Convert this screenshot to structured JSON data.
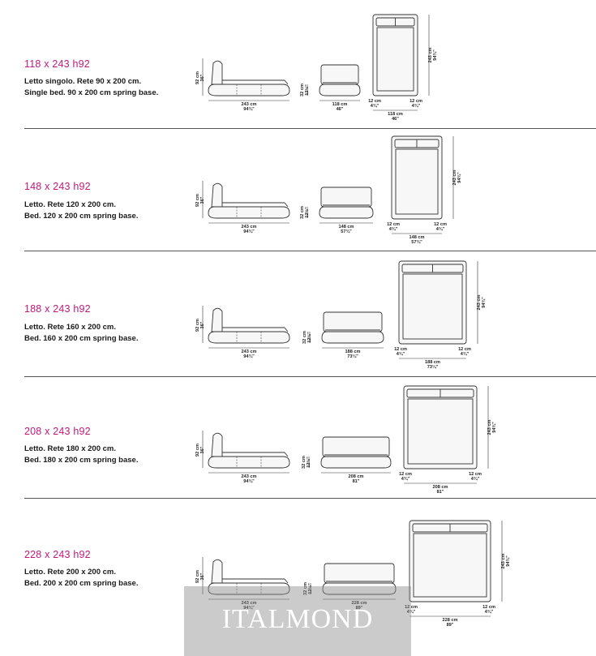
{
  "brand": {
    "watermark": "ITALMOND"
  },
  "colors": {
    "title": "#c2187a",
    "line": "#333333"
  },
  "rows": [
    {
      "title": "118 x 243 h92",
      "desc_it": "Letto singolo. Rete 90 x 200 cm.",
      "desc_en": "Single bed. 90 x 200 cm spring base.",
      "height_cm": "92 cm",
      "height_in": "36\"",
      "length_cm": "243 cm",
      "length_in": "94¾\"",
      "foot_cm": "32 cm",
      "foot_in": "12½\"",
      "width_cm": "118 cm",
      "width_in": "46\"",
      "plan_length_cm": "243 cm",
      "plan_length_in": "94¾\"",
      "side_cm": "12 cm",
      "side_in": "4¾\""
    },
    {
      "title": "148 x 243 h92",
      "desc_it": "Letto. Rete 120 x 200 cm.",
      "desc_en": "Bed. 120 x 200 cm spring base.",
      "height_cm": "92 cm",
      "height_in": "36\"",
      "length_cm": "243 cm",
      "length_in": "94¾\"",
      "foot_cm": "32 cm",
      "foot_in": "12½\"",
      "width_cm": "148 cm",
      "width_in": "57¾\"",
      "plan_length_cm": "243 cm",
      "plan_length_in": "94¾\"",
      "side_cm": "12 cm",
      "side_in": "4¾\""
    },
    {
      "title": "188 x 243 h92",
      "desc_it": "Letto. Rete 160  x 200 cm.",
      "desc_en": "Bed. 160 x 200 cm spring base.",
      "height_cm": "92 cm",
      "height_in": "36\"",
      "length_cm": "243 cm",
      "length_in": "94¾\"",
      "foot_cm": "32 cm",
      "foot_in": "12½\"",
      "width_cm": "188 cm",
      "width_in": "73¼\"",
      "plan_length_cm": "243 cm",
      "plan_length_in": "94¾\"",
      "side_cm": "12 cm",
      "side_in": "4¾\""
    },
    {
      "title": "208 x 243 h92",
      "desc_it": "Letto. Rete 180 x 200 cm.",
      "desc_en": "Bed. 180 x 200 cm spring base.",
      "height_cm": "92 cm",
      "height_in": "36\"",
      "length_cm": "243 cm",
      "length_in": "94¾\"",
      "foot_cm": "32 cm",
      "foot_in": "12½\"",
      "width_cm": "208 cm",
      "width_in": "81\"",
      "plan_length_cm": "243 cm",
      "plan_length_in": "94¾\"",
      "side_cm": "12 cm",
      "side_in": "4¾\""
    },
    {
      "title": "228 x 243 h92",
      "desc_it": "Letto. Rete 200 x 200 cm.",
      "desc_en": "Bed. 200 x 200 cm spring base.",
      "height_cm": "92 cm",
      "height_in": "36\"",
      "length_cm": "243 cm",
      "length_in": "94¾\"",
      "foot_cm": "32 cm",
      "foot_in": "12½\"",
      "width_cm": "228 cm",
      "width_in": "89\"",
      "plan_length_cm": "243 cm",
      "plan_length_in": "94¾\"",
      "side_cm": "12 cm",
      "side_in": "4¾\""
    }
  ]
}
